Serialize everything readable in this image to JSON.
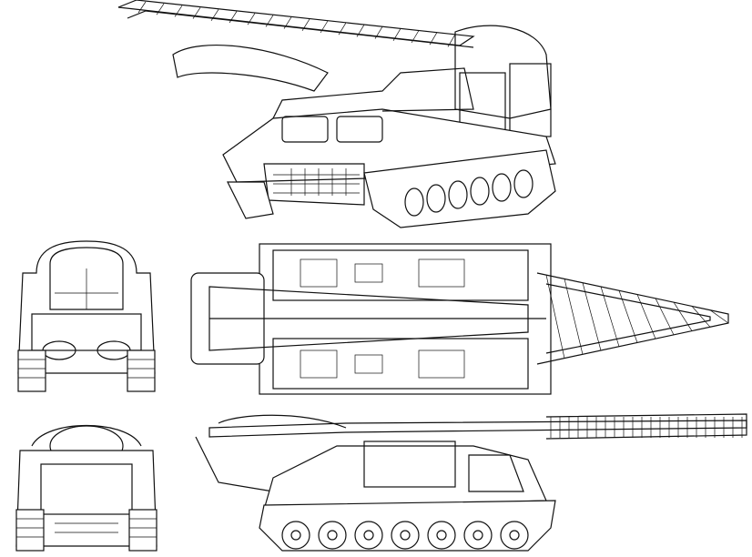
{
  "drawing": {
    "subject": "",
    "views": [
      "perspective",
      "front",
      "top",
      "rear",
      "side"
    ],
    "colors": {
      "line": "#111111",
      "background": "#ffffff"
    }
  }
}
